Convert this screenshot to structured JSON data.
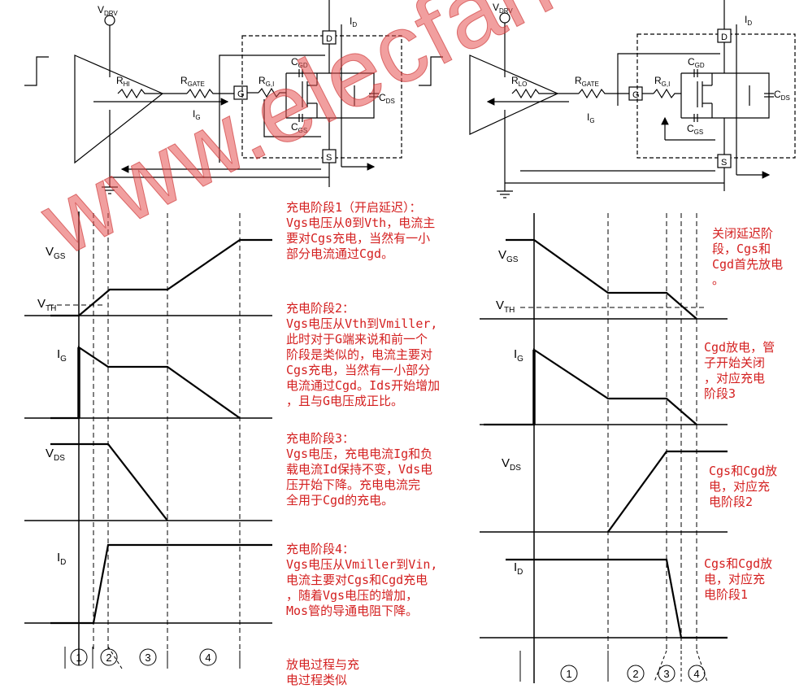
{
  "circuit": {
    "vdrv": "V",
    "vdrv_sub": "DRV",
    "id": "I",
    "id_sub": "D",
    "rhi": "R",
    "rhi_sub": "HI",
    "rlo": "R",
    "rlo_sub": "LO",
    "rgate": "R",
    "rgate_sub": "GATE",
    "rgi": "R",
    "rgi_sub": "G,I",
    "cgd": "C",
    "cgd_sub": "GD",
    "cgs": "C",
    "cgs_sub": "GS",
    "cds": "C",
    "cds_sub": "DS",
    "ig": "I",
    "ig_sub": "G",
    "pin_d": "D",
    "pin_g": "G",
    "pin_s": "S"
  },
  "waveforms": {
    "vgs": "V",
    "vgs_sub": "GS",
    "vth": "V",
    "vth_sub": "TH",
    "ig": "I",
    "ig_sub": "G",
    "vds": "V",
    "vds_sub": "DS",
    "id": "I",
    "id_sub": "D",
    "phases": [
      "1",
      "2",
      "3",
      "4"
    ]
  },
  "notes_left": [
    "充电阶段1（开启延迟）：\nVgs电压从0到Vth，电流主\n要对Cgs充电，当然有一小\n部分电流通过Cgd。",
    "充电阶段2：\nVgs电压从Vth到Vmiller,\n此时对于G端来说和前一个\n阶段是类似的，电流主要对\nCgs充电，当然有一小部分\n电流通过Cgd。Ids开始增加\n，且与G电压成正比。",
    "充电阶段3：\nVgs电压，充电电流Ig和负\n载电流Id保持不变，Vds电\n压开始下降。充电电流完\n全用于Cgd的充电。",
    "充电阶段4：\nVgs电压从Vmiller到Vin,\n电流主要对Cgs和Cgd充电\n，随着Vgs电压的增加，\nMos管的导通电阻下降。",
    "放电过程与充\n电过程类似"
  ],
  "notes_right": [
    "关闭延迟阶\n段，Cgs和\nCgd首先放电\n。",
    "Cgd放电，管\n子开始关闭\n，对应充电\n阶段3",
    "Cgs和Cgd放\n电，对应充\n电阶段2",
    "Cgs和Cgd放\n电，对应充\n电阶段1"
  ],
  "watermark": "www.elecfans.com",
  "colors": {
    "note": "#d42020",
    "watermark": "#e65050",
    "line": "#000000"
  }
}
